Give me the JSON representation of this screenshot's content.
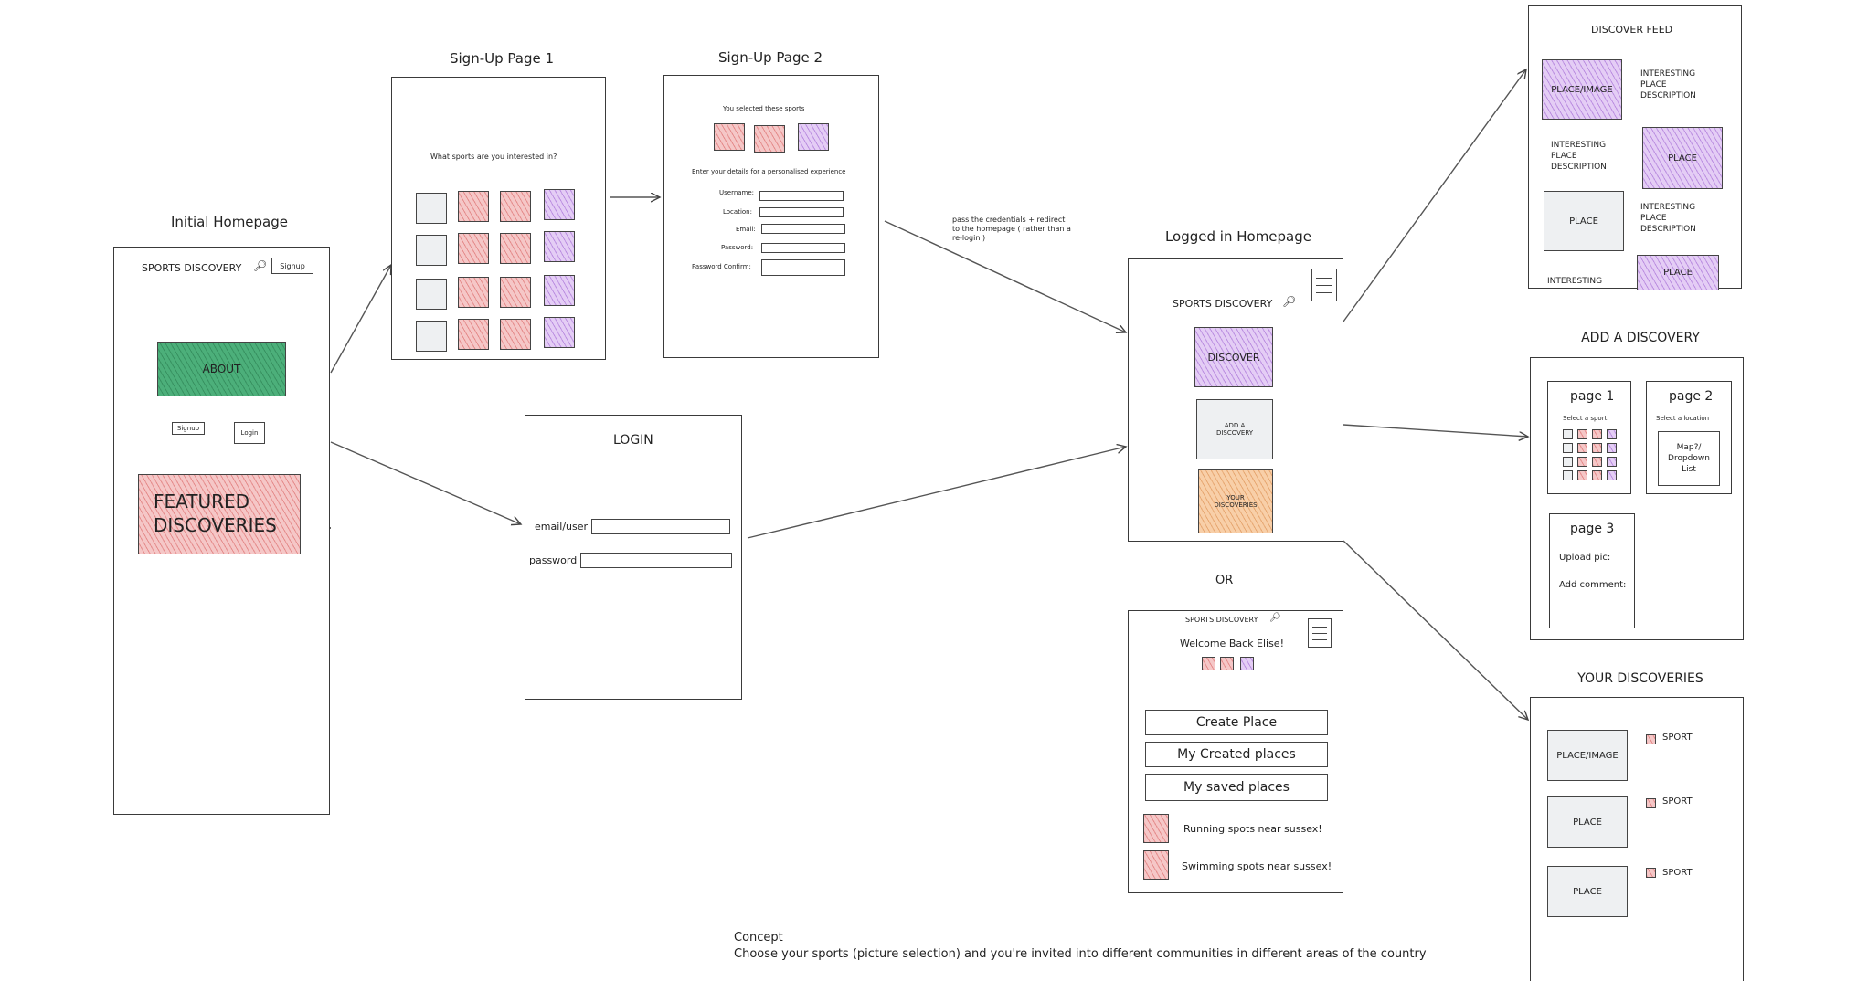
{
  "initial_homepage": {
    "title": "Initial Homepage",
    "brand": "SPORTS DISCOVERY",
    "signup_btn": "Signup",
    "about": "ABOUT",
    "signup_small": "Signup",
    "login_small": "Login",
    "featured": "FEATURED DISCOVERIES"
  },
  "signup1": {
    "title": "Sign-Up Page 1",
    "question": "What sports are you interested in?"
  },
  "signup2": {
    "title": "Sign-Up Page 2",
    "selected": "You selected these sports",
    "enter": "Enter your details for a personalised experience",
    "fields": [
      "Username:",
      "Location:",
      "Email:",
      "Password:",
      "Password Confirm:"
    ]
  },
  "note": "pass the credentials + redirect to the homepage ( rather than a re-login )",
  "login": {
    "title": "LOGIN",
    "email": "email/user",
    "password": "password"
  },
  "logged_in": {
    "title": "Logged in Homepage",
    "brand": "SPORTS DISCOVERY",
    "discover": "DISCOVER",
    "add": "ADD A DISCOVERY",
    "yours": "YOUR DISCOVERIES"
  },
  "or": "OR",
  "alt_home": {
    "brand": "SPORTS DISCOVERY",
    "welcome": "Welcome Back Elise!",
    "buttons": [
      "Create Place",
      "My Created places",
      "My saved places"
    ],
    "items": [
      "Running spots near sussex!",
      "Swimming spots near sussex!"
    ]
  },
  "discover_feed": {
    "title": "DISCOVER FEED",
    "place_image": "PLACE/IMAGE",
    "desc1": "INTERESTING PLACE DESCRIPTION",
    "desc2": "INTERESTING PLACE DESCRIPTION",
    "place2": "PLACE",
    "place3": "PLACE",
    "desc3": "INTERESTING PLACE DESCRIPTION",
    "desc4": "INTERESTING",
    "place4": "PLACE"
  },
  "add_discovery": {
    "title": "ADD A DISCOVERY",
    "p1_title": "page 1",
    "p1_sub": "Select a sport",
    "p2_title": "page 2",
    "p2_sub": "Select a location",
    "p2_box": "Map?/ Dropdown List",
    "p3_title": "page 3",
    "p3_upload": "Upload pic:",
    "p3_comment": "Add comment:"
  },
  "your_discoveries": {
    "title": "YOUR DISCOVERIES",
    "places": [
      "PLACE/IMAGE",
      "PLACE",
      "PLACE"
    ],
    "sport": "SPORT"
  },
  "concept": {
    "heading": "Concept",
    "text": "Choose your sports (picture selection) and you're invited into different communities in different areas of the country"
  },
  "colors": {
    "pink": "#f5c7c7",
    "purple": "#e4cdf5",
    "green": "#4caf7a",
    "orange": "#f8cfa8",
    "grey": "#eef0f2"
  }
}
